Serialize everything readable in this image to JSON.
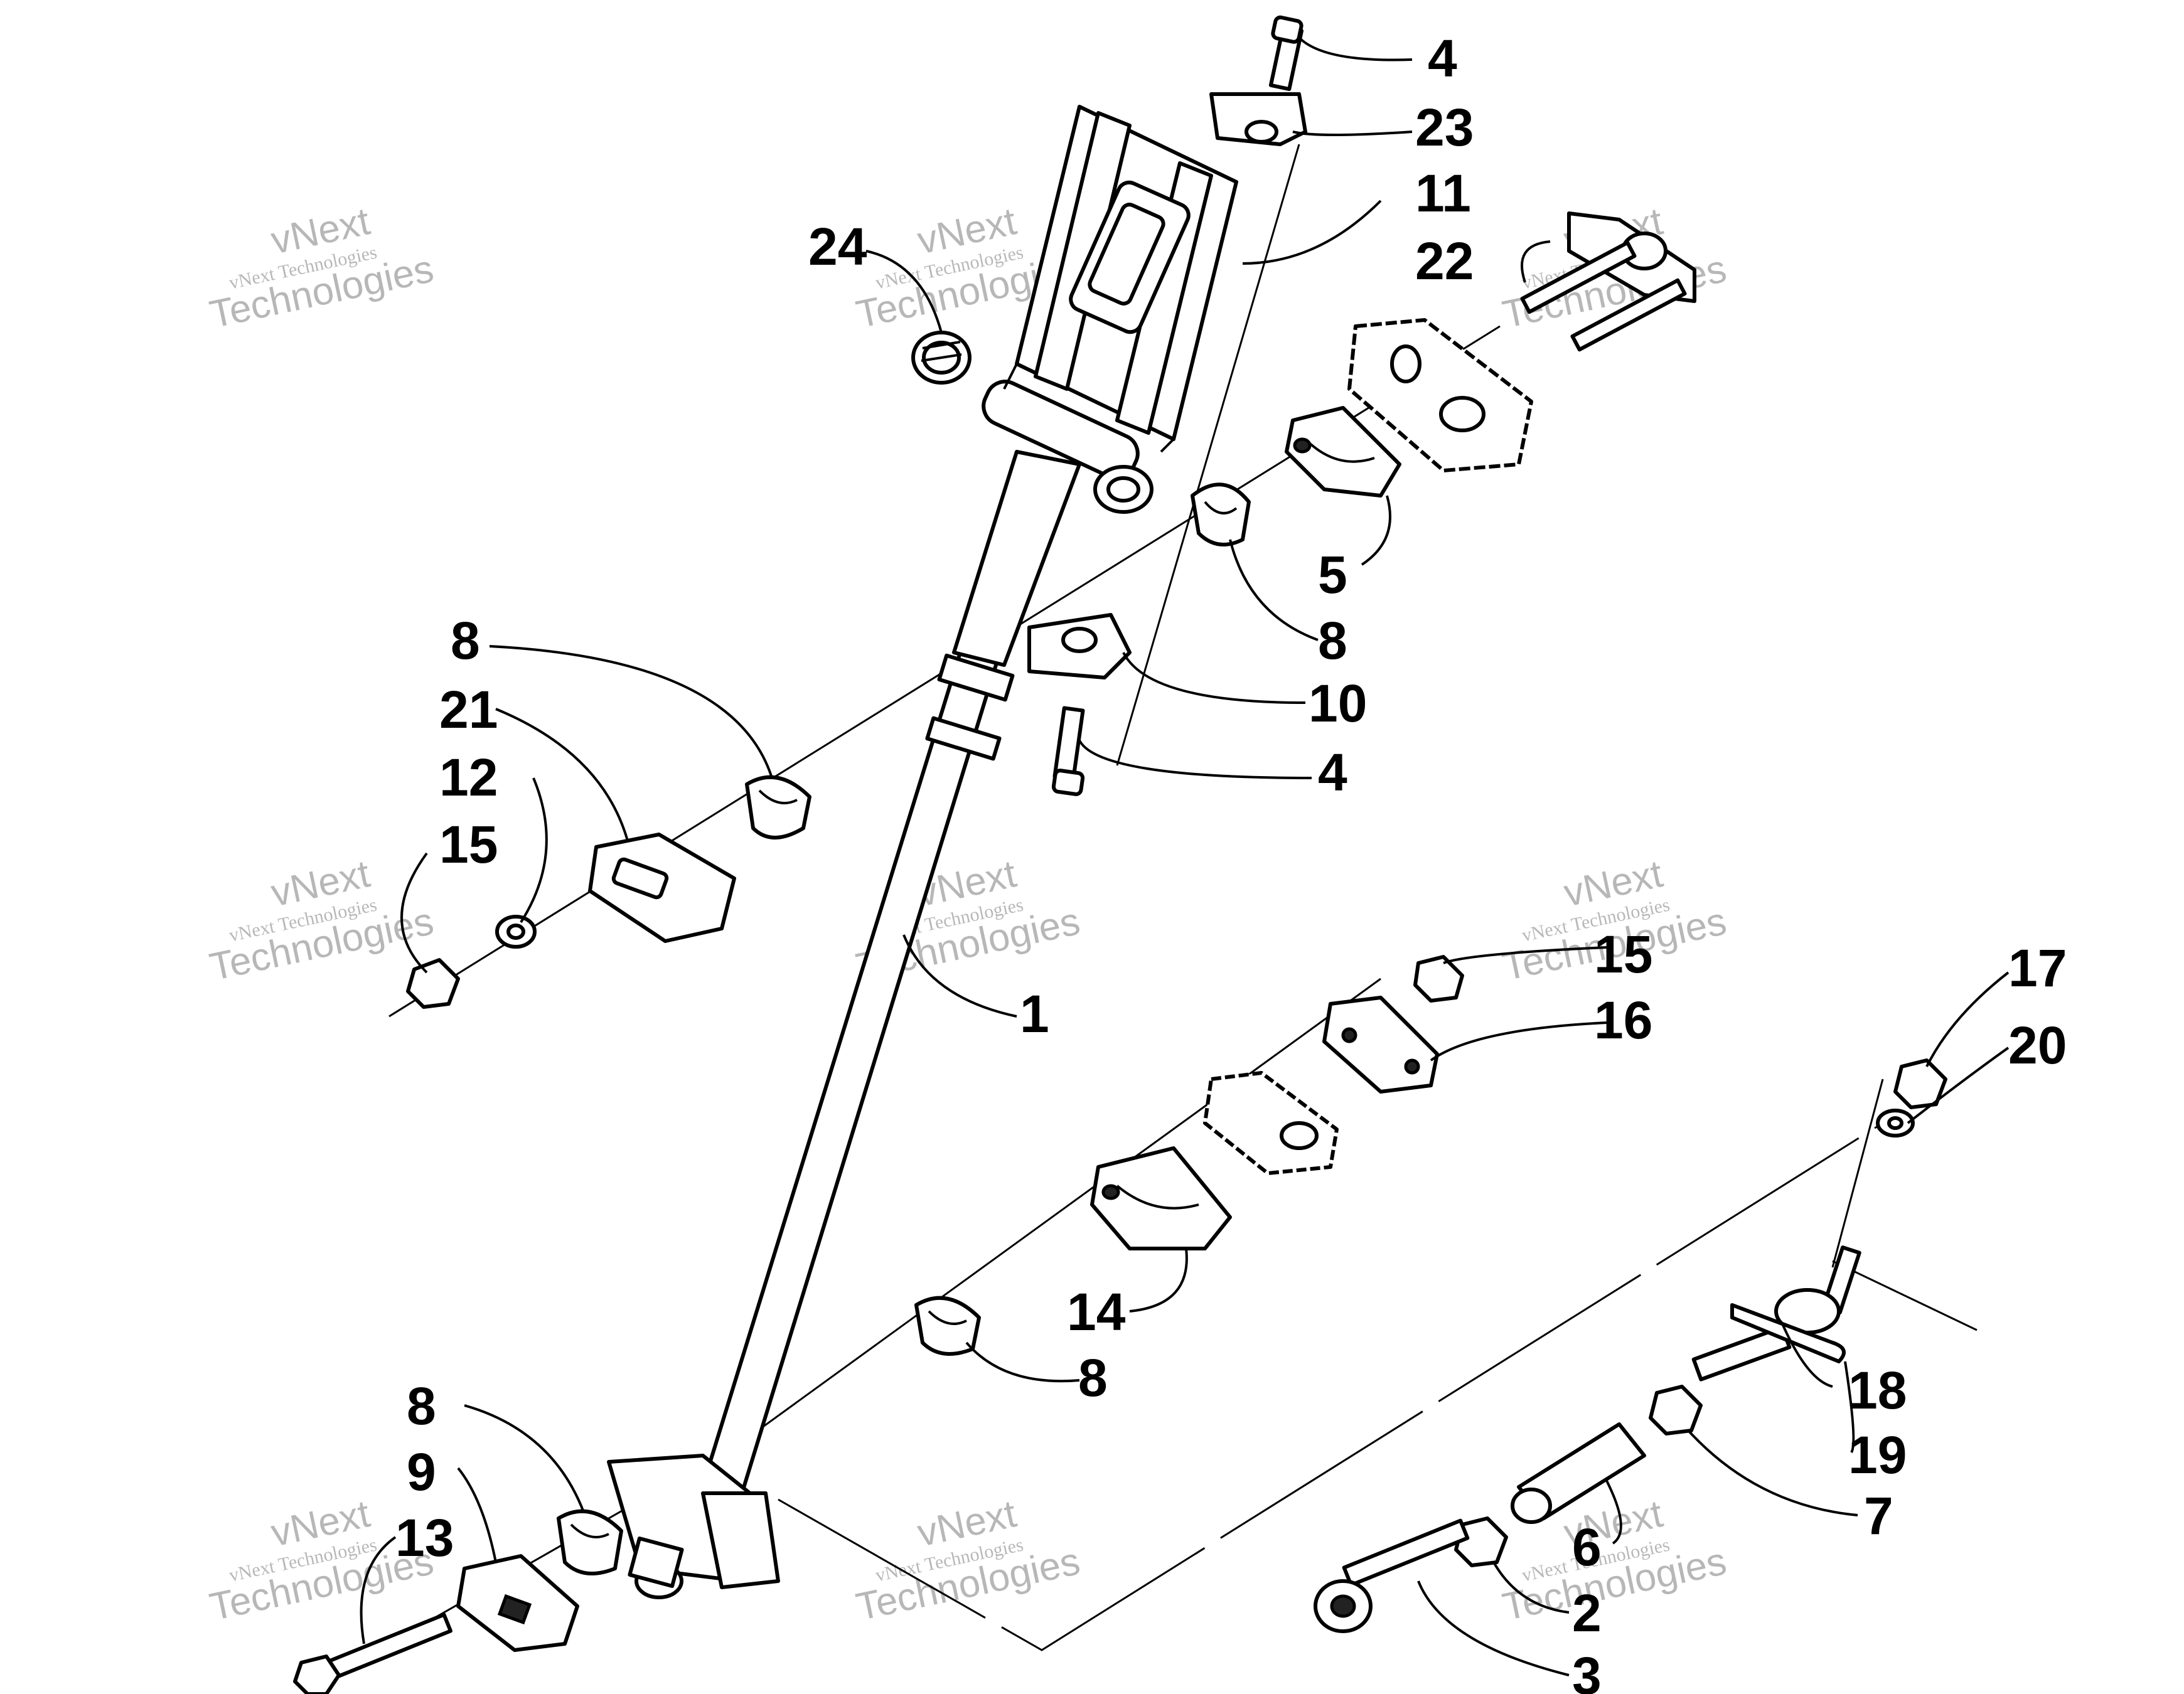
{
  "watermark": {
    "line1": "vNext",
    "line2": "vNext Technologies",
    "line3": "Technologies"
  },
  "callouts": {
    "c1": "1",
    "c2": "2",
    "c3": "3",
    "c4a": "4",
    "c4b": "4",
    "c5": "5",
    "c6": "6",
    "c7": "7",
    "c8a": "8",
    "c8b": "8",
    "c8c": "8",
    "c8d": "8",
    "c9": "9",
    "c10": "10",
    "c11": "11",
    "c12": "12",
    "c13": "13",
    "c14": "14",
    "c15a": "15",
    "c15b": "15",
    "c16": "16",
    "c17": "17",
    "c18": "18",
    "c19": "19",
    "c20": "20",
    "c21": "21",
    "c22": "22",
    "c23": "23",
    "c24": "24"
  }
}
